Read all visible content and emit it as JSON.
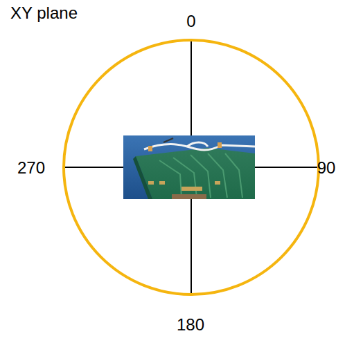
{
  "diagram": {
    "title": "XY plane",
    "labels": [
      "0",
      "90",
      "180",
      "270"
    ]
  }
}
